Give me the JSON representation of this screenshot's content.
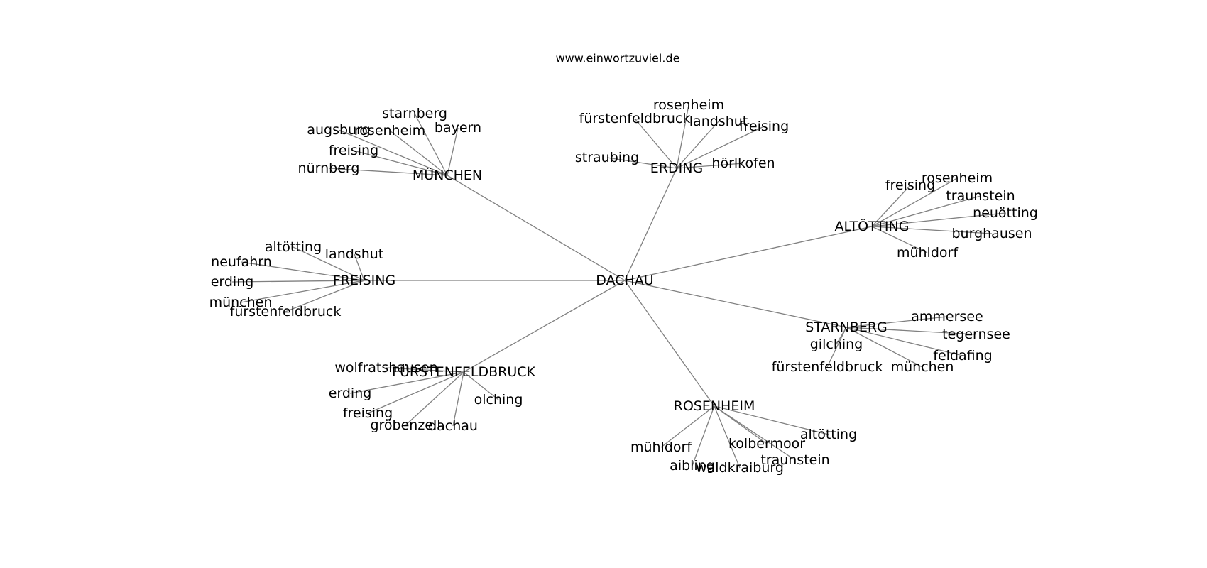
{
  "title": "www.einwortzuviel.de",
  "edge_color": "#808080",
  "text_color": "#000000",
  "graph": {
    "root": "DACHAU",
    "hubs": [
      {
        "name": "MÜNCHEN",
        "leaves": [
          "starnberg",
          "bayern",
          "augsburg",
          "rosenheim",
          "freising",
          "nürnberg"
        ]
      },
      {
        "name": "ERDING",
        "leaves": [
          "rosenheim",
          "fürstenfeldbruck",
          "landshut",
          "freising",
          "straubing",
          "hörlkofen"
        ]
      },
      {
        "name": "ALTÖTTING",
        "leaves": [
          "freising",
          "rosenheim",
          "traunstein",
          "neuötting",
          "burghausen",
          "mühldorf"
        ]
      },
      {
        "name": "FREISING",
        "leaves": [
          "altötting",
          "landshut",
          "neufahrn",
          "erding",
          "münchen",
          "fürstenfeldbruck"
        ]
      },
      {
        "name": "STARNBERG",
        "leaves": [
          "ammersee",
          "tegernsee",
          "gilching",
          "feldafing",
          "fürstenfeldbruck",
          "münchen"
        ]
      },
      {
        "name": "FÜRSTENFELDBRUCK",
        "leaves": [
          "wolfratshausen",
          "erding",
          "olching",
          "freising",
          "gröbenzell",
          "dachau"
        ]
      },
      {
        "name": "ROSENHEIM",
        "leaves": [
          "mühldorf",
          "altötting",
          "kolbermoor",
          "aibling",
          "waldkraiburg",
          "traunstein"
        ]
      }
    ]
  }
}
